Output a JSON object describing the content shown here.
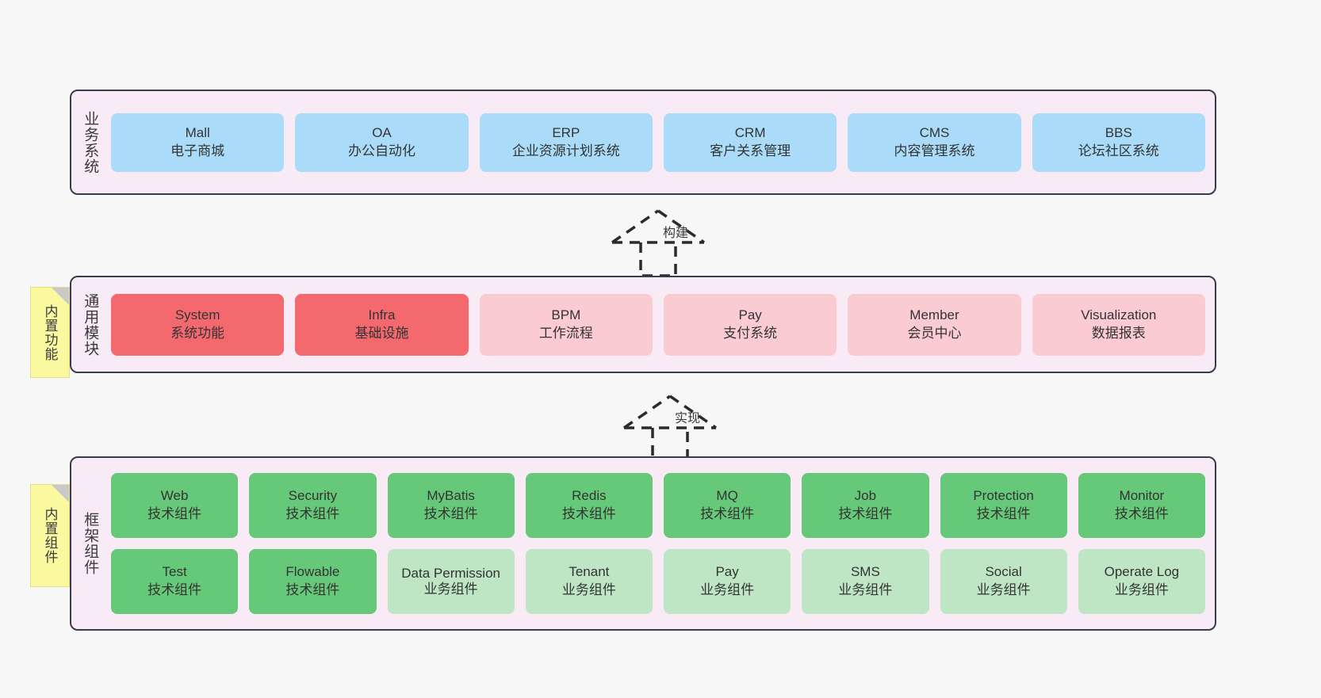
{
  "diagram": {
    "title": "系统架构分层图",
    "background": "#f7f7f7",
    "layer_background": "#f8ebf5",
    "layer_border": "#3b3b4f",
    "note_background": "#fbf9a0"
  },
  "notes": {
    "features": "内置功能",
    "components": "内置组件"
  },
  "connectors": [
    {
      "label": "构建",
      "style": "dashed-generalization"
    },
    {
      "label": "实现",
      "style": "dashed-generalization"
    }
  ],
  "layers": [
    {
      "id": "business-systems",
      "title": "业务系统",
      "rows": [
        [
          {
            "en": "Mall",
            "cn": "电子商城",
            "color": "#aadcfa",
            "tone": "blue"
          },
          {
            "en": "OA",
            "cn": "办公自动化",
            "color": "#aadcfa",
            "tone": "blue"
          },
          {
            "en": "ERP",
            "cn": "企业资源计划系统",
            "color": "#aadcfa",
            "tone": "blue"
          },
          {
            "en": "CRM",
            "cn": "客户关系管理",
            "color": "#aadcfa",
            "tone": "blue"
          },
          {
            "en": "CMS",
            "cn": "内容管理系统",
            "color": "#aadcfa",
            "tone": "blue"
          },
          {
            "en": "BBS",
            "cn": "论坛社区系统",
            "color": "#aadcfa",
            "tone": "blue"
          }
        ]
      ]
    },
    {
      "id": "common-modules",
      "title": "通用模块",
      "rows": [
        [
          {
            "en": "System",
            "cn": "系统功能",
            "color": "#f4696e",
            "tone": "red"
          },
          {
            "en": "Infra",
            "cn": "基础设施",
            "color": "#f4696e",
            "tone": "red"
          },
          {
            "en": "BPM",
            "cn": "工作流程",
            "color": "#fbcbd2",
            "tone": "pink"
          },
          {
            "en": "Pay",
            "cn": "支付系统",
            "color": "#fbcbd2",
            "tone": "pink"
          },
          {
            "en": "Member",
            "cn": "会员中心",
            "color": "#fbcbd2",
            "tone": "pink"
          },
          {
            "en": "Visualization",
            "cn": "数据报表",
            "color": "#fbcbd2",
            "tone": "pink"
          }
        ]
      ]
    },
    {
      "id": "framework-components",
      "title": "框架组件",
      "rows": [
        [
          {
            "en": "Web",
            "cn": "技术组件",
            "color": "#66c979",
            "tone": "green"
          },
          {
            "en": "Security",
            "cn": "技术组件",
            "color": "#66c979",
            "tone": "green"
          },
          {
            "en": "MyBatis",
            "cn": "技术组件",
            "color": "#66c979",
            "tone": "green"
          },
          {
            "en": "Redis",
            "cn": "技术组件",
            "color": "#66c979",
            "tone": "green"
          },
          {
            "en": "MQ",
            "cn": "技术组件",
            "color": "#66c979",
            "tone": "green"
          },
          {
            "en": "Job",
            "cn": "技术组件",
            "color": "#66c979",
            "tone": "green"
          },
          {
            "en": "Protection",
            "cn": "技术组件",
            "color": "#66c979",
            "tone": "green"
          },
          {
            "en": "Monitor",
            "cn": "技术组件",
            "color": "#66c979",
            "tone": "green"
          }
        ],
        [
          {
            "en": "Test",
            "cn": "技术组件",
            "color": "#66c979",
            "tone": "green"
          },
          {
            "en": "Flowable",
            "cn": "技术组件",
            "color": "#66c979",
            "tone": "green"
          },
          {
            "en": "Data Permission",
            "cn": "业务组件",
            "color": "#bfe6c4",
            "tone": "lightgreen",
            "wrap": true
          },
          {
            "en": "Tenant",
            "cn": "业务组件",
            "color": "#bfe6c4",
            "tone": "lightgreen"
          },
          {
            "en": "Pay",
            "cn": "业务组件",
            "color": "#bfe6c4",
            "tone": "lightgreen"
          },
          {
            "en": "SMS",
            "cn": "业务组件",
            "color": "#bfe6c4",
            "tone": "lightgreen"
          },
          {
            "en": "Social",
            "cn": "业务组件",
            "color": "#bfe6c4",
            "tone": "lightgreen"
          },
          {
            "en": "Operate Log",
            "cn": "业务组件",
            "color": "#bfe6c4",
            "tone": "lightgreen"
          }
        ]
      ]
    }
  ]
}
